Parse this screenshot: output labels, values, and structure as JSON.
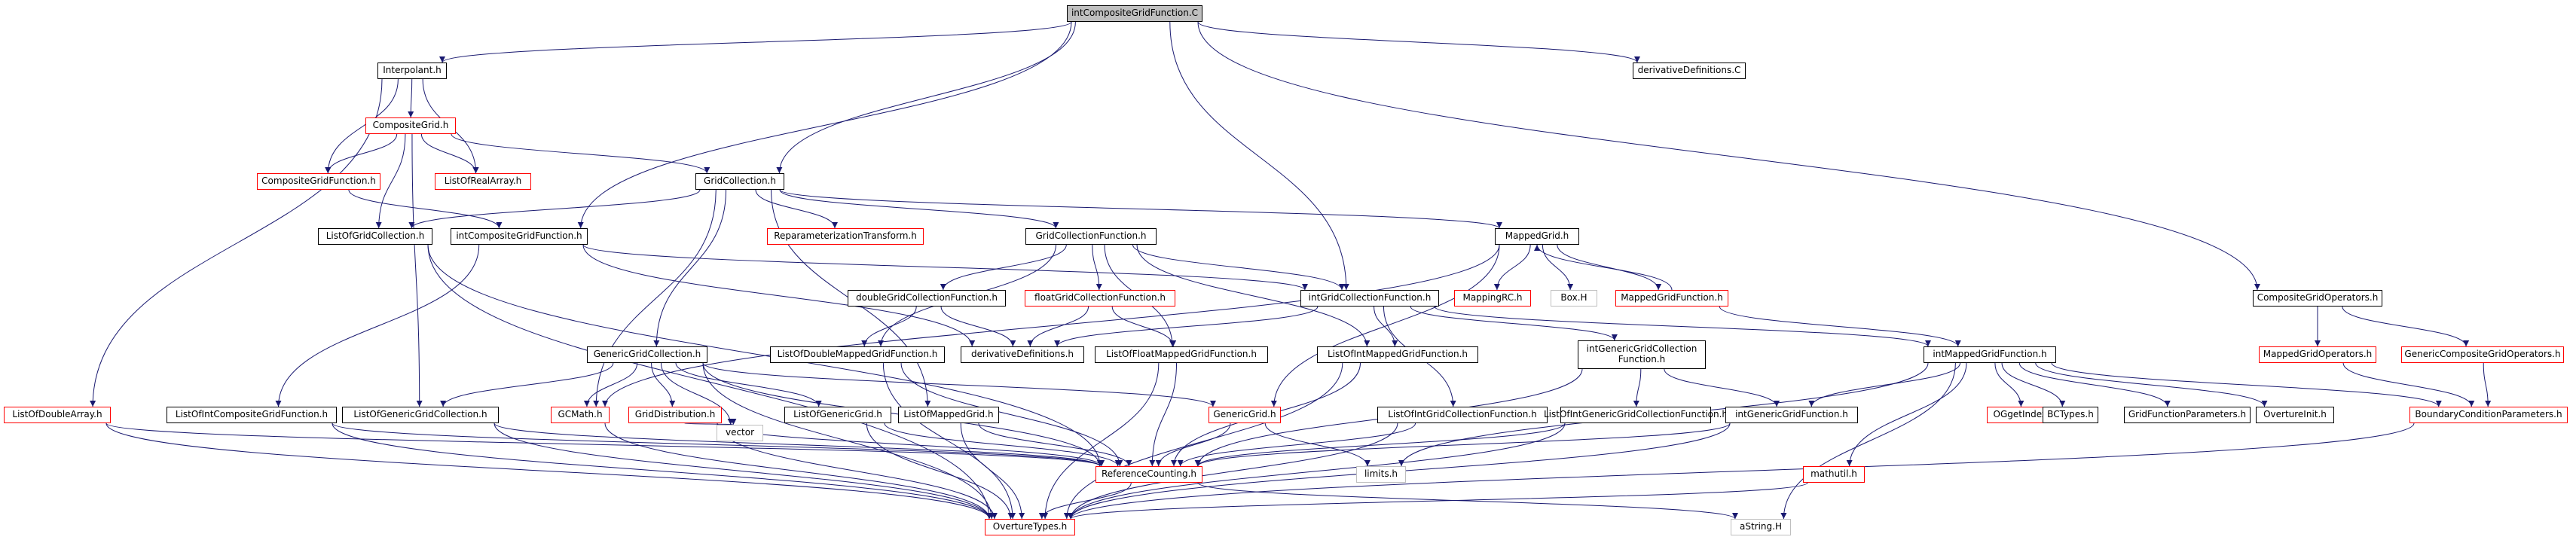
{
  "graph": {
    "edge_color": "#191970",
    "node_styles": {
      "normal": "#000000",
      "incomplete": "#ff0000",
      "external": "#bfbfbf",
      "root_fill": "#bfbfbf"
    },
    "nodes": [
      {
        "id": "root",
        "label": "intCompositeGridFunction.C",
        "style": "root"
      },
      {
        "id": "interp",
        "label": "Interpolant.h",
        "style": "normal"
      },
      {
        "id": "derivC",
        "label": "derivativeDefinitions.C",
        "style": "normal"
      },
      {
        "id": "cg",
        "label": "CompositeGrid.h",
        "style": "incomplete"
      },
      {
        "id": "cgf",
        "label": "CompositeGridFunction.h",
        "style": "incomplete"
      },
      {
        "id": "lora",
        "label": "ListOfRealArray.h",
        "style": "incomplete"
      },
      {
        "id": "gc",
        "label": "GridCollection.h",
        "style": "normal"
      },
      {
        "id": "logc",
        "label": "ListOfGridCollection.h",
        "style": "normal"
      },
      {
        "id": "icgf",
        "label": "intCompositeGridFunction.h",
        "style": "normal"
      },
      {
        "id": "rt",
        "label": "ReparameterizationTransform.h",
        "style": "incomplete"
      },
      {
        "id": "gcf",
        "label": "GridCollectionFunction.h",
        "style": "normal"
      },
      {
        "id": "mg",
        "label": "MappedGrid.h",
        "style": "normal"
      },
      {
        "id": "mrc",
        "label": "MappingRC.h",
        "style": "incomplete"
      },
      {
        "id": "box",
        "label": "Box.H",
        "style": "external"
      },
      {
        "id": "mgf",
        "label": "MappedGridFunction.h",
        "style": "incomplete"
      },
      {
        "id": "cgo",
        "label": "CompositeGridOperators.h",
        "style": "normal"
      },
      {
        "id": "dgcf",
        "label": "doubleGridCollectionFunction.h",
        "style": "normal"
      },
      {
        "id": "fgcf",
        "label": "floatGridCollectionFunction.h",
        "style": "incomplete"
      },
      {
        "id": "igcf",
        "label": "intGridCollectionFunction.h",
        "style": "normal"
      },
      {
        "id": "lodmgf",
        "label": "ListOfDoubleMappedGridFunction.h",
        "style": "normal"
      },
      {
        "id": "derivH",
        "label": "derivativeDefinitions.h",
        "style": "normal"
      },
      {
        "id": "lofmgf",
        "label": "ListOfFloatMappedGridFunction.h",
        "style": "normal"
      },
      {
        "id": "loimgf",
        "label": "ListOfIntMappedGridFunction.h",
        "style": "normal"
      },
      {
        "id": "igenc",
        "label": "intGenericGridCollection\nFunction.h",
        "style": "normal"
      },
      {
        "id": "imgf",
        "label": "intMappedGridFunction.h",
        "style": "normal"
      },
      {
        "id": "mgo",
        "label": "MappedGridOperators.h",
        "style": "incomplete"
      },
      {
        "id": "gcgo",
        "label": "GenericCompositeGridOperators.h",
        "style": "incomplete"
      },
      {
        "id": "ggc",
        "label": "GenericGridCollection.h",
        "style": "normal"
      },
      {
        "id": "loda",
        "label": "ListOfDoubleArray.h",
        "style": "incomplete"
      },
      {
        "id": "loicgf",
        "label": "ListOfIntCompositeGridFunction.h",
        "style": "normal"
      },
      {
        "id": "loggc",
        "label": "ListOfGenericGridCollection.h",
        "style": "normal"
      },
      {
        "id": "gcmath",
        "label": "GCMath.h",
        "style": "incomplete"
      },
      {
        "id": "gdist",
        "label": "GridDistribution.h",
        "style": "incomplete"
      },
      {
        "id": "vector",
        "label": "vector",
        "style": "external"
      },
      {
        "id": "logg",
        "label": "ListOfGenericGrid.h",
        "style": "normal"
      },
      {
        "id": "lomg",
        "label": "ListOfMappedGrid.h",
        "style": "normal"
      },
      {
        "id": "gg",
        "label": "GenericGrid.h",
        "style": "incomplete"
      },
      {
        "id": "loigcf",
        "label": "ListOfIntGridCollectionFunction.h",
        "style": "normal"
      },
      {
        "id": "loiggcf",
        "label": "ListOfIntGenericGridCollectionFunction.h",
        "style": "normal"
      },
      {
        "id": "igmgf",
        "label": "intGenericGridFunction.h",
        "style": "normal"
      },
      {
        "id": "ogi",
        "label": "OGgetIndex.h",
        "style": "incomplete"
      },
      {
        "id": "bct",
        "label": "BCTypes.h",
        "style": "normal"
      },
      {
        "id": "gfp",
        "label": "GridFunctionParameters.h",
        "style": "normal"
      },
      {
        "id": "oi",
        "label": "OvertureInit.h",
        "style": "normal"
      },
      {
        "id": "bcp",
        "label": "BoundaryConditionParameters.h",
        "style": "incomplete"
      },
      {
        "id": "rc",
        "label": "ReferenceCounting.h",
        "style": "incomplete"
      },
      {
        "id": "limits",
        "label": "limits.h",
        "style": "external"
      },
      {
        "id": "mathutil",
        "label": "mathutil.h",
        "style": "incomplete"
      },
      {
        "id": "ot",
        "label": "OvertureTypes.h",
        "style": "incomplete"
      },
      {
        "id": "astring",
        "label": "aString.H",
        "style": "external"
      }
    ],
    "edges": [
      [
        "root",
        "interp"
      ],
      [
        "root",
        "derivC"
      ],
      [
        "root",
        "gc"
      ],
      [
        "root",
        "icgf"
      ],
      [
        "root",
        "igcf"
      ],
      [
        "root",
        "cgo"
      ],
      [
        "interp",
        "cg"
      ],
      [
        "interp",
        "cgf"
      ],
      [
        "interp",
        "lora"
      ],
      [
        "interp",
        "loda"
      ],
      [
        "cg",
        "cgf"
      ],
      [
        "cg",
        "lora"
      ],
      [
        "cg",
        "gc"
      ],
      [
        "cg",
        "logc"
      ],
      [
        "cg",
        "loggc"
      ],
      [
        "cgf",
        "icgf"
      ],
      [
        "gc",
        "logc"
      ],
      [
        "gc",
        "rt"
      ],
      [
        "gc",
        "gcf"
      ],
      [
        "gc",
        "mg"
      ],
      [
        "gc",
        "ggc"
      ],
      [
        "gc",
        "gcmath"
      ],
      [
        "gc",
        "lomg"
      ],
      [
        "logc",
        "rc"
      ],
      [
        "logc",
        "ot"
      ],
      [
        "icgf",
        "igcf"
      ],
      [
        "icgf",
        "derivH"
      ],
      [
        "icgf",
        "loicgf"
      ],
      [
        "gcf",
        "dgcf"
      ],
      [
        "gcf",
        "fgcf"
      ],
      [
        "gcf",
        "igcf"
      ],
      [
        "gcf",
        "lodmgf"
      ],
      [
        "gcf",
        "lofmgf"
      ],
      [
        "gcf",
        "loimgf"
      ],
      [
        "mg",
        "mrc"
      ],
      [
        "mg",
        "box"
      ],
      [
        "mg",
        "mgf"
      ],
      [
        "mg",
        "gcmath"
      ],
      [
        "mg",
        "gg"
      ],
      [
        "mgf",
        "mg"
      ],
      [
        "mgf",
        "imgf"
      ],
      [
        "cgo",
        "mgo"
      ],
      [
        "cgo",
        "gcgo"
      ],
      [
        "dgcf",
        "lodmgf"
      ],
      [
        "dgcf",
        "derivH"
      ],
      [
        "fgcf",
        "lofmgf"
      ],
      [
        "fgcf",
        "derivH"
      ],
      [
        "igcf",
        "derivH"
      ],
      [
        "igcf",
        "loimgf"
      ],
      [
        "igcf",
        "igenc"
      ],
      [
        "igcf",
        "imgf"
      ],
      [
        "igcf",
        "loigcf"
      ],
      [
        "lodmgf",
        "rc"
      ],
      [
        "lodmgf",
        "ot"
      ],
      [
        "lofmgf",
        "rc"
      ],
      [
        "lofmgf",
        "ot"
      ],
      [
        "loimgf",
        "rc"
      ],
      [
        "loimgf",
        "ot"
      ],
      [
        "igenc",
        "loiggcf"
      ],
      [
        "igenc",
        "igmgf"
      ],
      [
        "igenc",
        "rc"
      ],
      [
        "imgf",
        "igmgf"
      ],
      [
        "imgf",
        "ogi"
      ],
      [
        "imgf",
        "bct"
      ],
      [
        "imgf",
        "gfp"
      ],
      [
        "imgf",
        "oi"
      ],
      [
        "imgf",
        "bcp"
      ],
      [
        "imgf",
        "limits"
      ],
      [
        "imgf",
        "mathutil"
      ],
      [
        "imgf",
        "astring"
      ],
      [
        "mgo",
        "bcp"
      ],
      [
        "gcgo",
        "bcp"
      ],
      [
        "ggc",
        "loggc"
      ],
      [
        "ggc",
        "gcmath"
      ],
      [
        "ggc",
        "gdist"
      ],
      [
        "ggc",
        "vector"
      ],
      [
        "ggc",
        "logg"
      ],
      [
        "ggc",
        "gg"
      ],
      [
        "ggc",
        "rc"
      ],
      [
        "ggc",
        "ot"
      ],
      [
        "loda",
        "rc"
      ],
      [
        "loda",
        "ot"
      ],
      [
        "loicgf",
        "rc"
      ],
      [
        "loicgf",
        "ot"
      ],
      [
        "loggc",
        "rc"
      ],
      [
        "loggc",
        "ot"
      ],
      [
        "gcmath",
        "ot"
      ],
      [
        "gdist",
        "vector"
      ],
      [
        "gdist",
        "rc"
      ],
      [
        "gdist",
        "ot"
      ],
      [
        "logg",
        "rc"
      ],
      [
        "logg",
        "ot"
      ],
      [
        "lomg",
        "rc"
      ],
      [
        "lomg",
        "ot"
      ],
      [
        "gg",
        "rc"
      ],
      [
        "gg",
        "limits"
      ],
      [
        "loigcf",
        "rc"
      ],
      [
        "loigcf",
        "ot"
      ],
      [
        "loiggcf",
        "rc"
      ],
      [
        "loiggcf",
        "ot"
      ],
      [
        "igmgf",
        "rc"
      ],
      [
        "igmgf",
        "ot"
      ],
      [
        "bcp",
        "ot"
      ],
      [
        "rc",
        "ot"
      ],
      [
        "rc",
        "astring"
      ],
      [
        "mathutil",
        "ot"
      ]
    ]
  }
}
